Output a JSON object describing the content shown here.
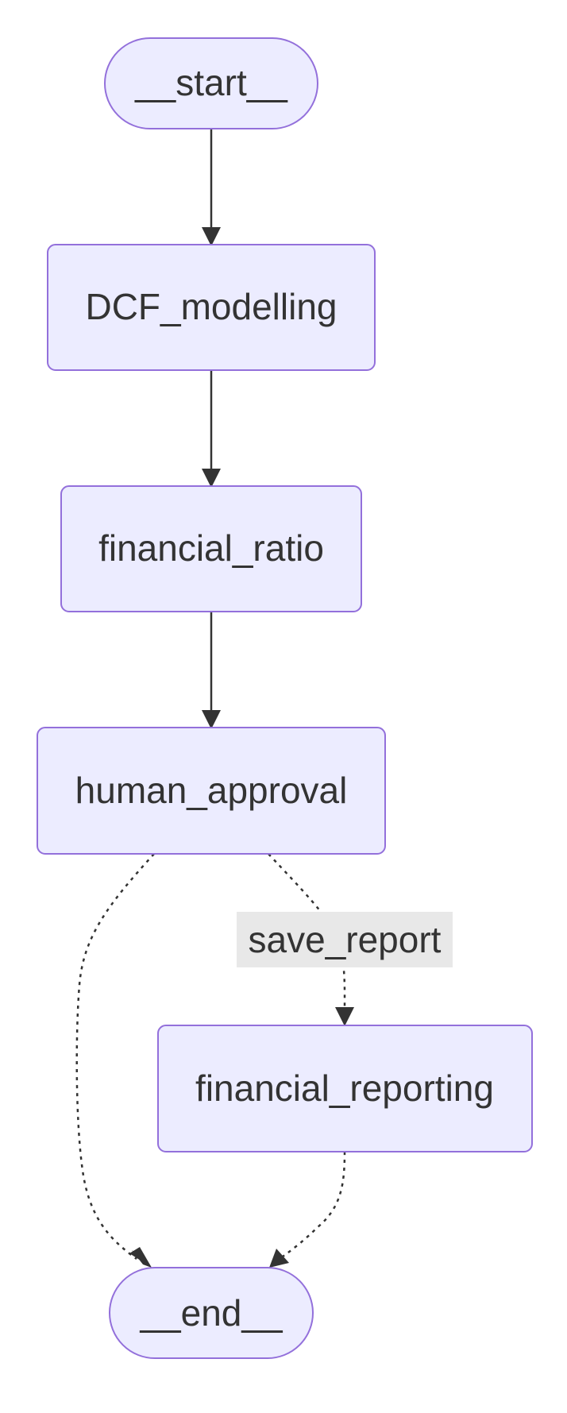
{
  "nodes": {
    "start": "__start__",
    "dcf_modelling": "DCF_modelling",
    "financial_ratio": "financial_ratio",
    "human_approval": "human_approval",
    "financial_reporting": "financial_reporting",
    "end": "__end__"
  },
  "edges": {
    "save_report_label": "save_report"
  },
  "colors": {
    "node_fill": "#ECECFF",
    "node_stroke": "#9370DB",
    "edge": "#333333",
    "label_bg": "#E8E8E8",
    "text": "#333333"
  }
}
